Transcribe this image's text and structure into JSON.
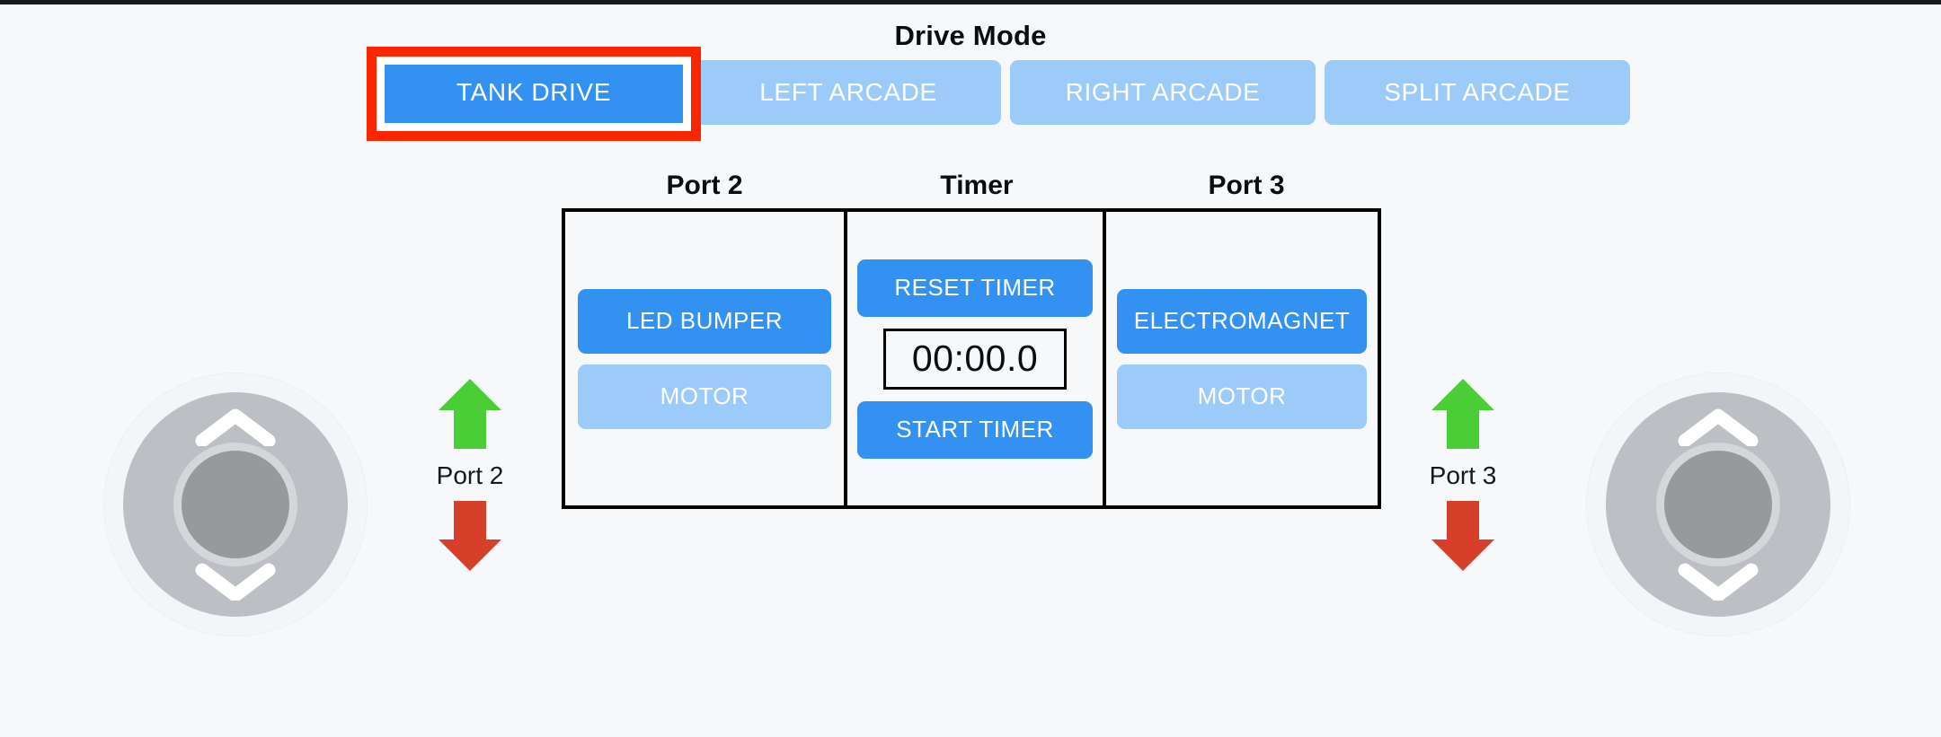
{
  "page": {
    "background_color": "#f6f8fa"
  },
  "drive_mode": {
    "title": "Drive Mode",
    "selected": "TANK DRIVE",
    "highlight_color": "#fa2600",
    "active_color": "#3391f2",
    "inactive_color": "#9ccbfa",
    "buttons": [
      {
        "label": "TANK DRIVE",
        "state": "active"
      },
      {
        "label": "LEFT ARCADE",
        "state": "inactive"
      },
      {
        "label": "RIGHT ARCADE",
        "state": "inactive"
      },
      {
        "label": "SPLIT ARCADE",
        "state": "inactive"
      }
    ]
  },
  "panels": {
    "headers": {
      "port2": "Port 2",
      "timer": "Timer",
      "port3": "Port 3"
    },
    "port2": {
      "buttons": [
        {
          "label": "LED BUMPER",
          "state": "active"
        },
        {
          "label": "MOTOR",
          "state": "inactive"
        }
      ]
    },
    "timer": {
      "reset_label": "RESET TIMER",
      "display": "00:00.0",
      "start_label": "START TIMER"
    },
    "port3": {
      "buttons": [
        {
          "label": "ELECTROMAGNET",
          "state": "active"
        },
        {
          "label": "MOTOR",
          "state": "inactive"
        }
      ]
    }
  },
  "arrow_clusters": [
    {
      "label": "Port 2",
      "up_color": "#4ace35",
      "down_color": "#d6402a"
    },
    {
      "label": "Port 3",
      "up_color": "#4ace35",
      "down_color": "#d6402a"
    }
  ],
  "joysticks": [
    {
      "side": "left",
      "base_color": "#bcbfc4",
      "knob_color": "#98999d"
    },
    {
      "side": "right",
      "base_color": "#bcbfc4",
      "knob_color": "#98999d"
    }
  ]
}
